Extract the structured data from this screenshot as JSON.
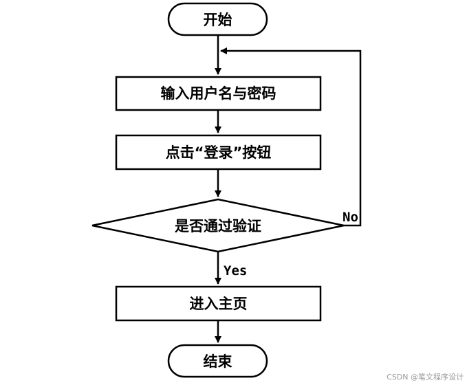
{
  "flowchart": {
    "start": "开始",
    "input_credentials": "输入用户名与密码",
    "click_login": "点击“登录”按钮",
    "decision": "是否通过验证",
    "no_label": "No",
    "yes_label": "Yes",
    "enter_home": "进入主页",
    "end": "结束"
  },
  "watermark": "CSDN @笔文程序设计"
}
